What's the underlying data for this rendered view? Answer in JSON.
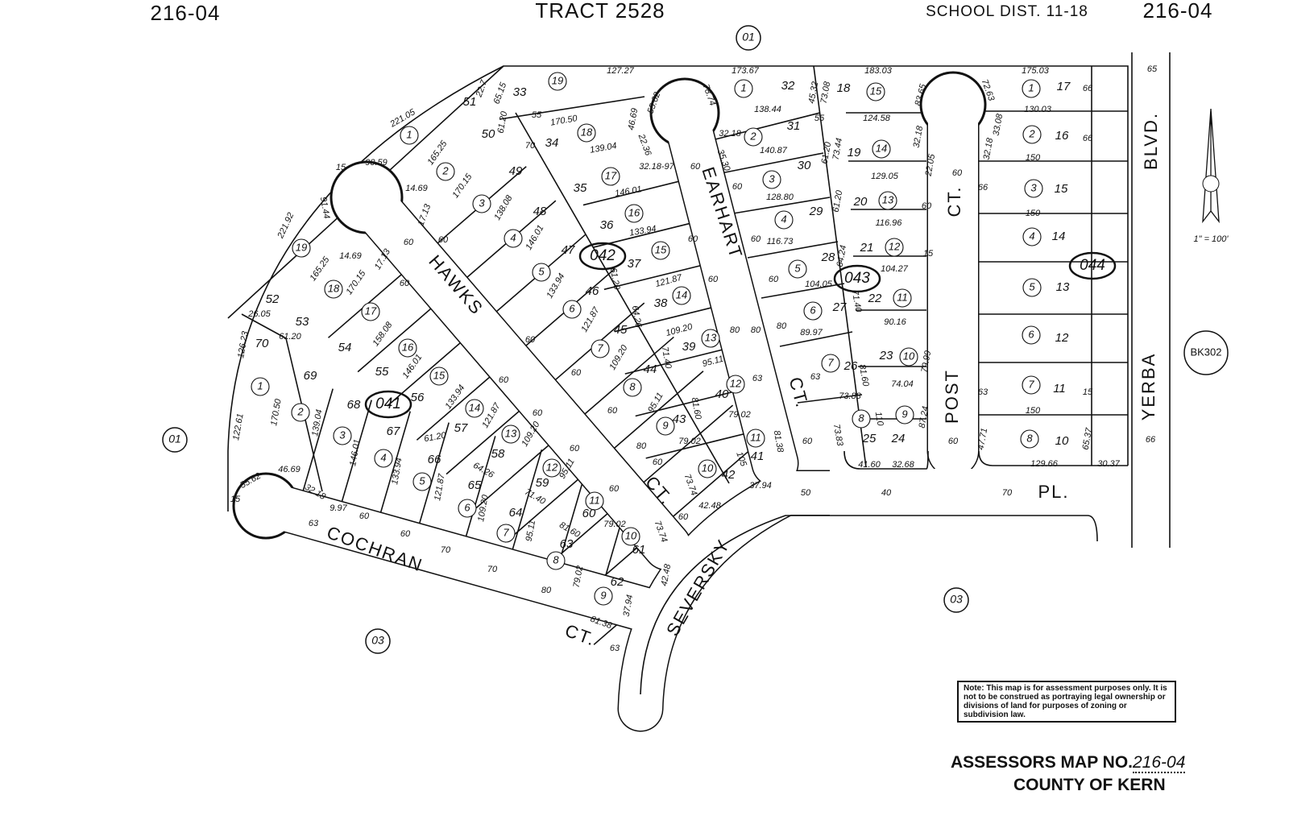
{
  "header": {
    "left_map_no": "216-04",
    "title": "TRACT 2528",
    "school_district": "SCHOOL DIST. 11-18",
    "right_map_no": "216-04"
  },
  "streets": [
    "HAWKS",
    "CT.",
    "EARHART",
    "CT.",
    "POST",
    "CT.",
    "COCHRAN",
    "CT.",
    "SEVERSKY",
    "PL.",
    "YERBA",
    "BLVD."
  ],
  "books": [
    "01",
    "01",
    "03",
    "03"
  ],
  "blocks": [
    "041",
    "042",
    "043",
    "044"
  ],
  "book_ref": "BK302",
  "scale": "1\" = 100'",
  "circled_lots": [
    "1",
    "2",
    "3",
    "4",
    "5",
    "6",
    "7",
    "8",
    "9",
    "10",
    "11",
    "12",
    "13",
    "14",
    "15",
    "16",
    "17",
    "18",
    "19",
    "19",
    "18",
    "17",
    "16",
    "15",
    "14",
    "13",
    "12",
    "11",
    "10",
    "9",
    "8",
    "7",
    "6",
    "5",
    "4",
    "3",
    "2",
    "1",
    "1",
    "2",
    "3",
    "4",
    "5",
    "6",
    "7",
    "8",
    "9",
    "10",
    "11",
    "12",
    "13",
    "14",
    "15",
    "1",
    "2",
    "3",
    "4",
    "5",
    "6",
    "7",
    "8"
  ],
  "lot_numbers": [
    "33",
    "51",
    "50",
    "49",
    "48",
    "47",
    "46",
    "45",
    "44",
    "43",
    "42",
    "41",
    "40",
    "39",
    "38",
    "37",
    "36",
    "35",
    "34",
    "32",
    "31",
    "30",
    "29",
    "28",
    "27",
    "26",
    "25",
    "24",
    "23",
    "22",
    "21",
    "20",
    "19",
    "18",
    "17",
    "16",
    "15",
    "14",
    "13",
    "12",
    "11",
    "10",
    "52",
    "53",
    "54",
    "55",
    "56",
    "57",
    "58",
    "59",
    "60",
    "61",
    "62",
    "63",
    "64",
    "65",
    "66",
    "67",
    "68",
    "69",
    "70"
  ],
  "dimensions": [
    "127.27",
    "55.62",
    "173.67",
    "183.03",
    "175.03",
    "65.15",
    "22.7",
    "170.50",
    "138.44",
    "124.58",
    "130.03",
    "45.32",
    "73.08",
    "78.74",
    "83.65",
    "72.63",
    "221.05",
    "165.25",
    "61.20",
    "139.04",
    "140.87",
    "129.05",
    "150",
    "33.08",
    "32.18",
    "32.18",
    "35.30",
    "22.36",
    "32.18-97",
    "46.69",
    "73.44",
    "61.20",
    "22.05",
    "32.18",
    "90.59",
    "14.69",
    "170.15",
    "138.08",
    "146.01",
    "128.80",
    "116.96",
    "61.20",
    "17.13",
    "91.44",
    "221.92",
    "146.01",
    "133.94",
    "116.73",
    "104.27",
    "64.24",
    "165.25",
    "14.69",
    "17.13",
    "61.20",
    "133.94",
    "121.87",
    "104.05",
    "71.40",
    "26.05",
    "61.20",
    "170.15",
    "64.26",
    "121.87",
    "109.20",
    "89.97",
    "90.16",
    "158.08",
    "146.01",
    "71.40",
    "109.20",
    "95.11",
    "126.23",
    "81.60",
    "74.04",
    "79.99",
    "133.94",
    "121.87",
    "81.60",
    "95.11",
    "79.02",
    "73.88",
    "87.24",
    "170.50",
    "139.04",
    "146.01",
    "133.94",
    "121.87",
    "109.20",
    "95.11",
    "61.20",
    "64.26",
    "71.40",
    "81.60",
    "109.20",
    "95.11",
    "79.02",
    "105",
    "81.38",
    "73.83",
    "110",
    "41.60",
    "32.68",
    "37.94",
    "42.48",
    "73.74",
    "47.71",
    "65.37",
    "129.66",
    "30.37",
    "122.61",
    "55.62",
    "46.69",
    "32.18",
    "9.97",
    "79.02",
    "73.74",
    "79.02",
    "42.48",
    "37.94",
    "81.38",
    "150",
    "150",
    "60",
    "60",
    "60",
    "60",
    "60",
    "60",
    "60",
    "60",
    "60",
    "60",
    "60",
    "60",
    "60",
    "60",
    "60",
    "60",
    "60",
    "60",
    "60",
    "60",
    "60",
    "60",
    "60",
    "60",
    "63",
    "63",
    "70",
    "70",
    "80",
    "80",
    "80",
    "63",
    "70",
    "80",
    "63",
    "70",
    "80",
    "40",
    "50",
    "55",
    "55",
    "65",
    "66",
    "66",
    "66",
    "66",
    "63",
    "15",
    "15",
    "15",
    "15"
  ],
  "note": "Note: This map is for assessment purposes only. It is not to be construed as portraying legal ownership or divisions of land for purposes of zoning or subdivision law.",
  "footer": {
    "label": "ASSESSORS MAP NO.",
    "map_no": "216-04",
    "county": "COUNTY OF KERN"
  }
}
